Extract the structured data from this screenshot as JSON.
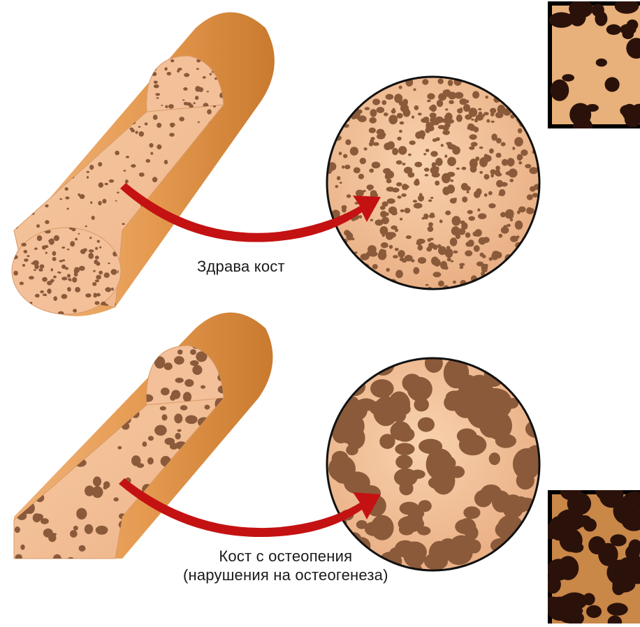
{
  "labels": {
    "healthy": "Здрава кост",
    "osteopenia_line1": "Кост с остеопения",
    "osteopenia_line2": "(нарушения на остеогенеза)"
  },
  "colors": {
    "bone_outer": "#d98a3a",
    "bone_cut": "#f2b98d",
    "pore_light": "#8a5a3a",
    "pore_dark": "#5a2e1a",
    "arrow": "#c41212",
    "circle_border": "#111111",
    "thumb_frame": "#000000"
  },
  "icons": {
    "healthy_bone": "bone-illustration",
    "arrow": "curved-arrow-icon",
    "magnifier": "magnified-bone-circle"
  }
}
